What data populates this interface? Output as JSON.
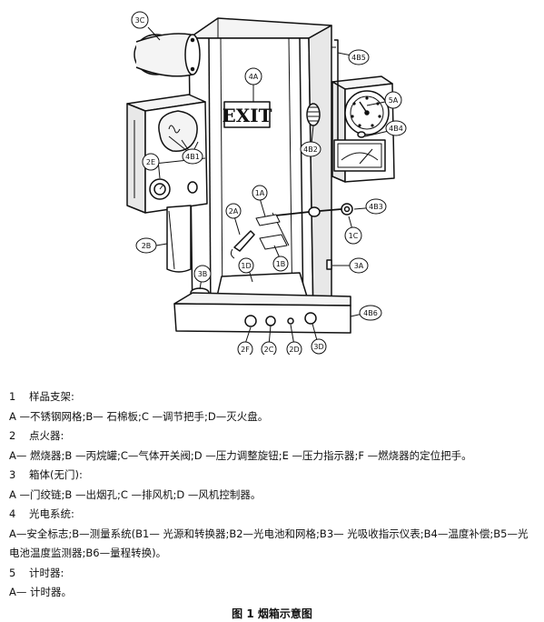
{
  "diagram": {
    "exit_sign": "EXIT",
    "callouts": {
      "c3C": "3C",
      "c4B5": "4B5",
      "c4A": "4A",
      "c5A": "5A",
      "c4B4": "4B4",
      "c4B1": "4B1",
      "c4B2": "4B2",
      "c2E": "2E",
      "c1A": "1A",
      "c2A": "2A",
      "c4B3": "4B3",
      "c1C": "1C",
      "c2B": "2B",
      "c1B": "1B",
      "c1D": "1D",
      "c3A": "3A",
      "c3B": "3B",
      "c4B6": "4B6",
      "c2F": "2F",
      "c2C": "2C",
      "c2D": "2D",
      "c3D": "3D"
    }
  },
  "legend": [
    {
      "num": "1",
      "title": "样品支架:",
      "desc": "A —不锈钢网格;B— 石棉板;C —调节把手;D—灭火盘。"
    },
    {
      "num": "2",
      "title": "点火器:",
      "desc": "A— 燃烧器;B —丙烷罐;C—气体开关阀;D —压力调整旋钮;E —压力指示器;F —燃烧器的定位把手。"
    },
    {
      "num": "3",
      "title": "箱体(无门):",
      "desc": "A —门绞链;B —出烟孔;C —排风机;D —风机控制器。"
    },
    {
      "num": "4",
      "title": "光电系统:",
      "desc": "A—安全标志;B—测量系统(B1— 光源和转换器;B2—光电池和网格;B3— 光吸收指示仪表;B4—温度补偿;B5—光电池温度监测器;B6—量程转换)。"
    },
    {
      "num": "5",
      "title": "计时器:",
      "desc": "A— 计时器。"
    }
  ],
  "caption": "图 1 烟箱示意图"
}
